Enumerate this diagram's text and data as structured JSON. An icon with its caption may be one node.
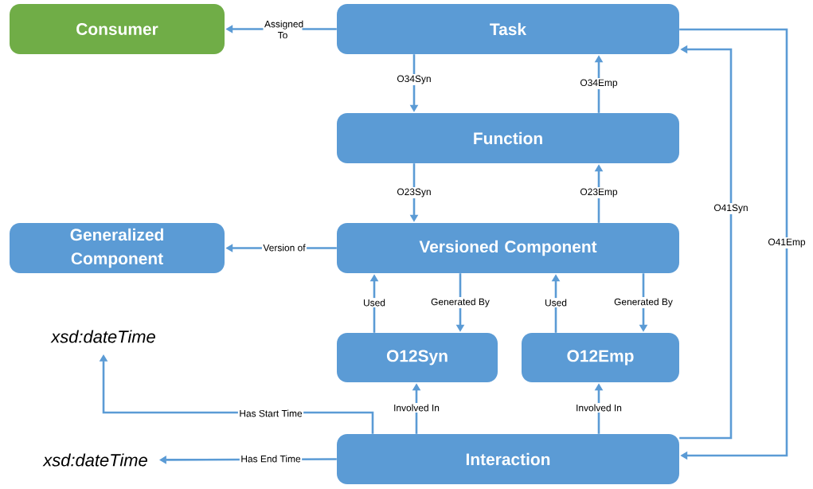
{
  "diagram": {
    "nodes": [
      {
        "text": [
          "Consumer"
        ]
      },
      {
        "text": [
          "Task"
        ]
      },
      {
        "text": [
          "Function"
        ]
      },
      {
        "text": [
          "Generalized Component"
        ]
      },
      {
        "text": [
          "Versioned Component"
        ]
      },
      {
        "text": [
          "xsd:dateTime"
        ]
      },
      {
        "text": [
          "O12Syn"
        ]
      },
      {
        "text": [
          "O12Emp"
        ]
      },
      {
        "text": [
          "xsd:dateTime"
        ]
      },
      {
        "text": [
          "Interaction"
        ]
      }
    ],
    "edges": [
      {
        "from": 1,
        "to": 0,
        "arrow": "to",
        "label": "Assigned To"
      },
      {
        "from": 1,
        "to": 2,
        "arrow": "to",
        "label": "O34Syn"
      },
      {
        "from": 2,
        "to": 1,
        "arrow": "to",
        "label": "O34Emp"
      },
      {
        "from": 2,
        "to": 4,
        "arrow": "to",
        "label": "O23Syn"
      },
      {
        "from": 4,
        "to": 2,
        "arrow": "to",
        "label": "O23Emp"
      },
      {
        "from": 4,
        "to": 3,
        "arrow": "to",
        "label": "Version of"
      },
      {
        "from": 6,
        "to": 4,
        "arrow": "to",
        "label": "Used"
      },
      {
        "from": 4,
        "to": 6,
        "arrow": "to",
        "label": "Generated By"
      },
      {
        "from": 7,
        "to": 4,
        "arrow": "to",
        "label": "Used"
      },
      {
        "from": 4,
        "to": 7,
        "arrow": "to",
        "label": "Generated By"
      },
      {
        "from": 9,
        "to": 6,
        "arrow": "to",
        "label": "Involved In"
      },
      {
        "from": 9,
        "to": 7,
        "arrow": "to",
        "label": "Involved In"
      },
      {
        "from": 9,
        "to": 5,
        "arrow": "to",
        "label": "Has Start Time"
      },
      {
        "from": 9,
        "to": 8,
        "arrow": "to",
        "label": "Has End Time"
      },
      {
        "from": 9,
        "to": 1,
        "arrow": "to",
        "label": "O41Syn"
      },
      {
        "from": 1,
        "to": 9,
        "arrow": "to",
        "label": "O41Emp"
      }
    ]
  }
}
